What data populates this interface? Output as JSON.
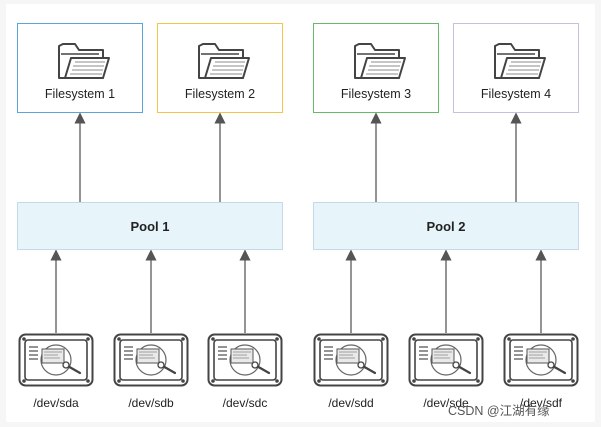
{
  "filesystems": [
    {
      "label": "Filesystem 1",
      "border_color": "#5aa6d6"
    },
    {
      "label": "Filesystem 2",
      "border_color": "#f2c44a"
    },
    {
      "label": "Filesystem 3",
      "border_color": "#6ab86a"
    },
    {
      "label": "Filesystem 4",
      "border_color": "#c8bfe0"
    }
  ],
  "pools": [
    {
      "label": "Pool 1"
    },
    {
      "label": "Pool 2"
    }
  ],
  "devices": [
    {
      "label": "/dev/sda"
    },
    {
      "label": "/dev/sdb"
    },
    {
      "label": "/dev/sdc"
    },
    {
      "label": "/dev/sdd"
    },
    {
      "label": "/dev/sde"
    },
    {
      "label": "/dev/sdf"
    }
  ],
  "icons": {
    "filesystem": "folder-icon",
    "device": "hard-drive-icon"
  },
  "watermark": "CSDN @江湖有缘"
}
